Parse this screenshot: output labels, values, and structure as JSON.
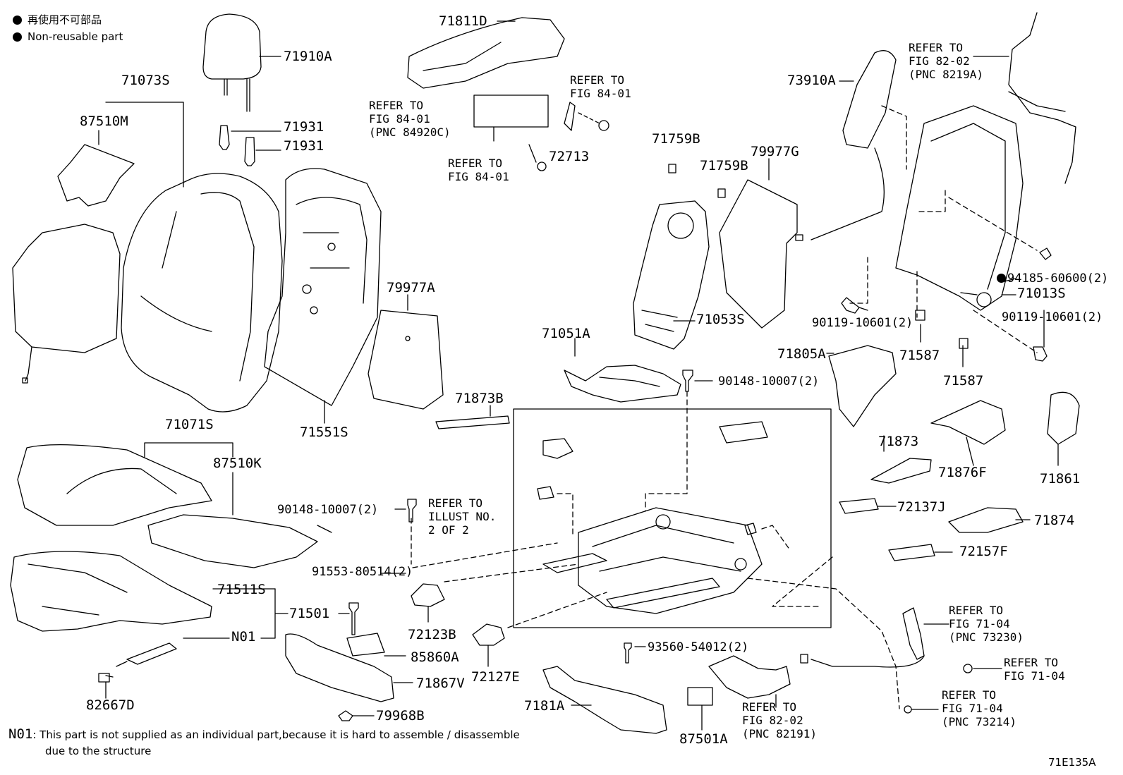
{
  "legend": {
    "ja": "再使用不可部品",
    "en": "Non-reusable part"
  },
  "parts": [
    {
      "id": "71910A"
    },
    {
      "id": "71073S"
    },
    {
      "id": "87510M"
    },
    {
      "id": "71931a",
      "text": "71931"
    },
    {
      "id": "71931b",
      "text": "71931"
    },
    {
      "id": "71811D"
    },
    {
      "id": "72713"
    },
    {
      "id": "71759Ba",
      "text": "71759B"
    },
    {
      "id": "71759Bb",
      "text": "71759B"
    },
    {
      "id": "79977G"
    },
    {
      "id": "73910A"
    },
    {
      "id": "79977A"
    },
    {
      "id": "71551S"
    },
    {
      "id": "71053S"
    },
    {
      "id": "71051A"
    },
    {
      "id": "71013S"
    },
    {
      "id": "94185",
      "text": "94185-60600(2)"
    },
    {
      "id": "90119a",
      "text": "90119-10601(2)"
    },
    {
      "id": "90119b",
      "text": "90119-10601(2)"
    },
    {
      "id": "71805A"
    },
    {
      "id": "71587a",
      "text": "71587"
    },
    {
      "id": "71587b",
      "text": "71587"
    },
    {
      "id": "90148a",
      "text": "90148-10007(2)"
    },
    {
      "id": "71873B"
    },
    {
      "id": "71071S"
    },
    {
      "id": "87510K"
    },
    {
      "id": "71873"
    },
    {
      "id": "71876F"
    },
    {
      "id": "71861"
    },
    {
      "id": "90148b",
      "text": "90148-10007(2)"
    },
    {
      "id": "72137J"
    },
    {
      "id": "71874"
    },
    {
      "id": "91553",
      "text": "91553-80514(2)"
    },
    {
      "id": "72157F"
    },
    {
      "id": "71511S"
    },
    {
      "id": "71501"
    },
    {
      "id": "N01"
    },
    {
      "id": "72123B"
    },
    {
      "id": "85860A"
    },
    {
      "id": "72127E"
    },
    {
      "id": "93560",
      "text": "93560-54012(2)"
    },
    {
      "id": "71867V"
    },
    {
      "id": "82667D"
    },
    {
      "id": "7181A"
    },
    {
      "id": "79968B"
    },
    {
      "id": "87501A"
    }
  ],
  "refs": {
    "r1": "REFER TO\nFIG 84-01\n(PNC 84920C)",
    "r2": "REFER TO\nFIG 84-01",
    "r3": "REFER TO\nFIG 84-01",
    "r4": "REFER TO\nFIG 82-02\n(PNC 8219A)",
    "r5": "REFER TO\nILLUST NO.\n2 OF 2",
    "r6": "REFER TO\nFIG 71-04\n(PNC 73230)",
    "r7": "REFER TO\nFIG 71-04",
    "r8": "REFER TO\nFIG 71-04\n(PNC 73214)",
    "r9": "REFER TO\nFIG 82-02\n(PNC 82191)"
  },
  "note": {
    "code": "N01",
    "line1": ": This part is not supplied as an individual part,because it is hard to assemble / disassemble",
    "line2": "due to the structure"
  },
  "figure_code": "71E135A"
}
